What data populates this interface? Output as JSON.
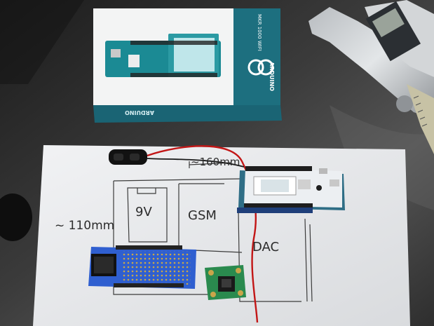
{
  "box": {
    "brand": "ARDUINO",
    "side_brand": "ARDUINO",
    "side_text": "MKR 1000 WIFI"
  },
  "sketch": {
    "width_label": "~160mm",
    "height_label": "~ 110mm",
    "battery_label": "9V",
    "gsm_label": "GSM",
    "dac_label": "DAC"
  },
  "colors": {
    "box_teal": "#1d6f7f",
    "paper": "#eceef0",
    "board_blue": "#2f5fd0",
    "desk": "#3a3a3a"
  }
}
